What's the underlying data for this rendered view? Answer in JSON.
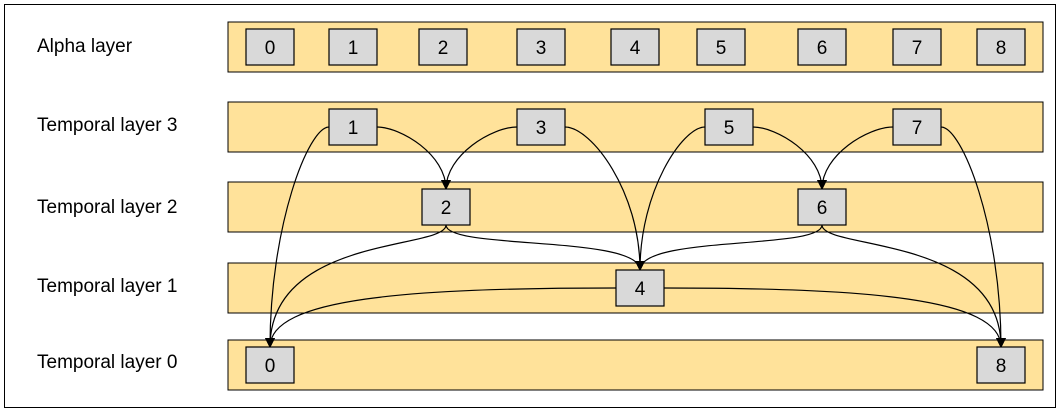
{
  "colors": {
    "band_fill": "#FFE29A",
    "box_fill": "#D9D9D9",
    "line": "#000000"
  },
  "layers": {
    "alpha": "Alpha layer",
    "t3": "Temporal layer 3",
    "t2": "Temporal layer 2",
    "t1": "Temporal layer 1",
    "t0": "Temporal layer 0"
  },
  "alpha_frames": [
    "0",
    "1",
    "2",
    "3",
    "4",
    "5",
    "6",
    "7",
    "8"
  ],
  "frames": {
    "t3": [
      "1",
      "3",
      "5",
      "7"
    ],
    "t2": [
      "2",
      "6"
    ],
    "t1": [
      "4"
    ],
    "t0": [
      "0",
      "8"
    ]
  },
  "references": [
    {
      "from": "1",
      "to": "0"
    },
    {
      "from": "1",
      "to": "2"
    },
    {
      "from": "3",
      "to": "2"
    },
    {
      "from": "3",
      "to": "4"
    },
    {
      "from": "5",
      "to": "4"
    },
    {
      "from": "5",
      "to": "6"
    },
    {
      "from": "7",
      "to": "6"
    },
    {
      "from": "7",
      "to": "8"
    },
    {
      "from": "2",
      "to": "0"
    },
    {
      "from": "2",
      "to": "4"
    },
    {
      "from": "6",
      "to": "4"
    },
    {
      "from": "6",
      "to": "8"
    },
    {
      "from": "4",
      "to": "0"
    },
    {
      "from": "4",
      "to": "8"
    }
  ]
}
